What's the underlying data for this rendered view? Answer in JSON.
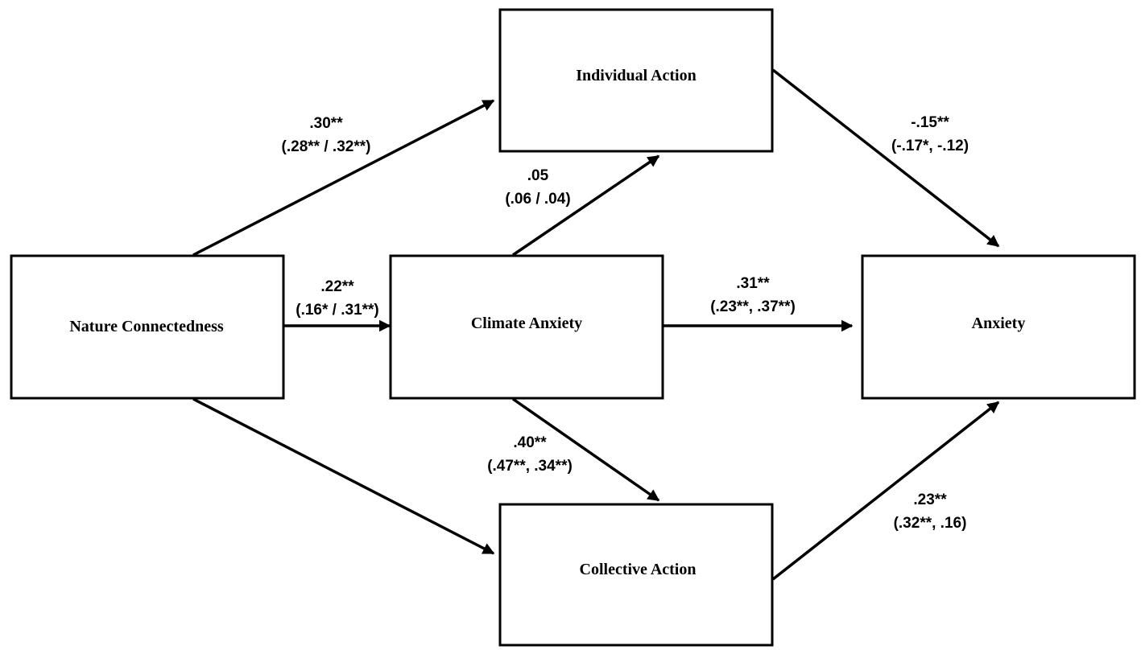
{
  "nodes": {
    "nature": "Nature Connectedness",
    "climate": "Climate Anxiety",
    "individual": "Individual Action",
    "collective": "Collective Action",
    "anxiety": "Anxiety"
  },
  "edges": {
    "nature_individual": {
      "main": ".30**",
      "sub": "(.28** / .32**)"
    },
    "nature_climate": {
      "main": ".22**",
      "sub": "(.16* / .31**)"
    },
    "climate_individual": {
      "main": ".05",
      "sub": "(.06 / .04)"
    },
    "climate_anxiety": {
      "main": ".31**",
      "sub": "(.23**, .37**)"
    },
    "climate_collective": {
      "main": ".40**",
      "sub": "(.47**, .34**)"
    },
    "individual_anxiety": {
      "main": "-.15**",
      "sub": "(-.17*, -.12)"
    },
    "collective_anxiety": {
      "main": ".23**",
      "sub": "(.32**, .16)"
    }
  },
  "colors": {
    "stroke": "#000000",
    "background": "#ffffff"
  }
}
